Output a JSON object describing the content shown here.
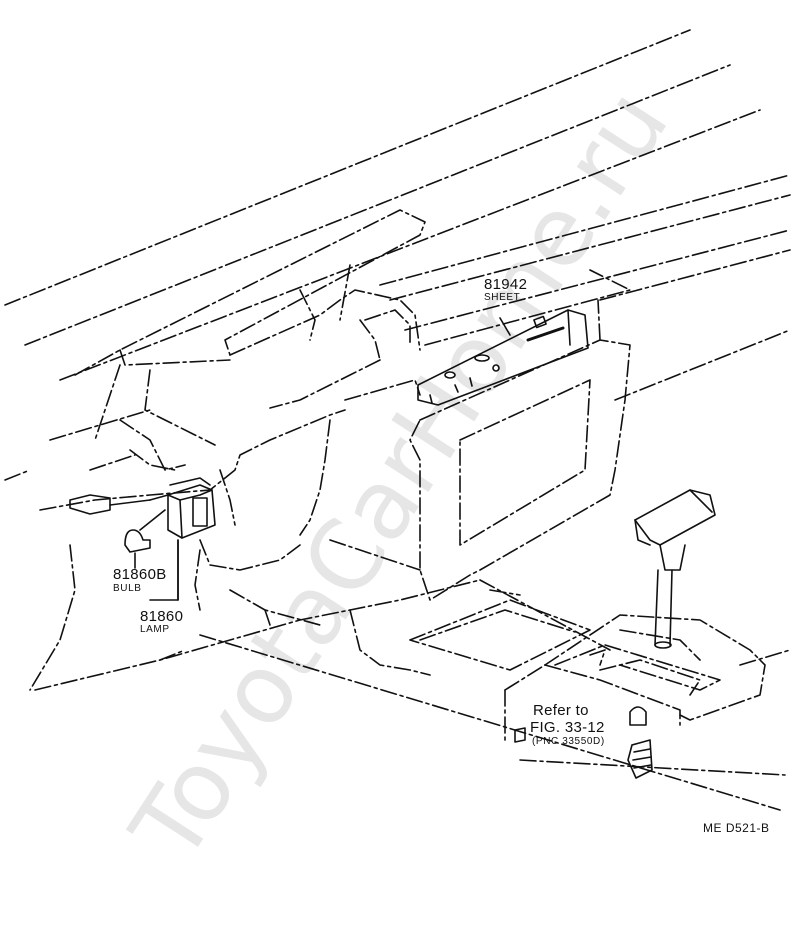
{
  "parts": {
    "sheet": {
      "number": "81942",
      "name": "SHEET"
    },
    "bulb": {
      "number": "81860B",
      "name": "BULB"
    },
    "lamp": {
      "number": "81860",
      "name": "LAMP"
    }
  },
  "reference": {
    "line1": "Refer to",
    "line2": "FIG. 33-12",
    "line3": "(PNC 33550D)"
  },
  "diagram_code": "ME  D521-B",
  "watermark": "ToyotaCarHome.ru",
  "colors": {
    "line": "#111111",
    "watermark": "#e6e6e6",
    "background": "#ffffff"
  }
}
